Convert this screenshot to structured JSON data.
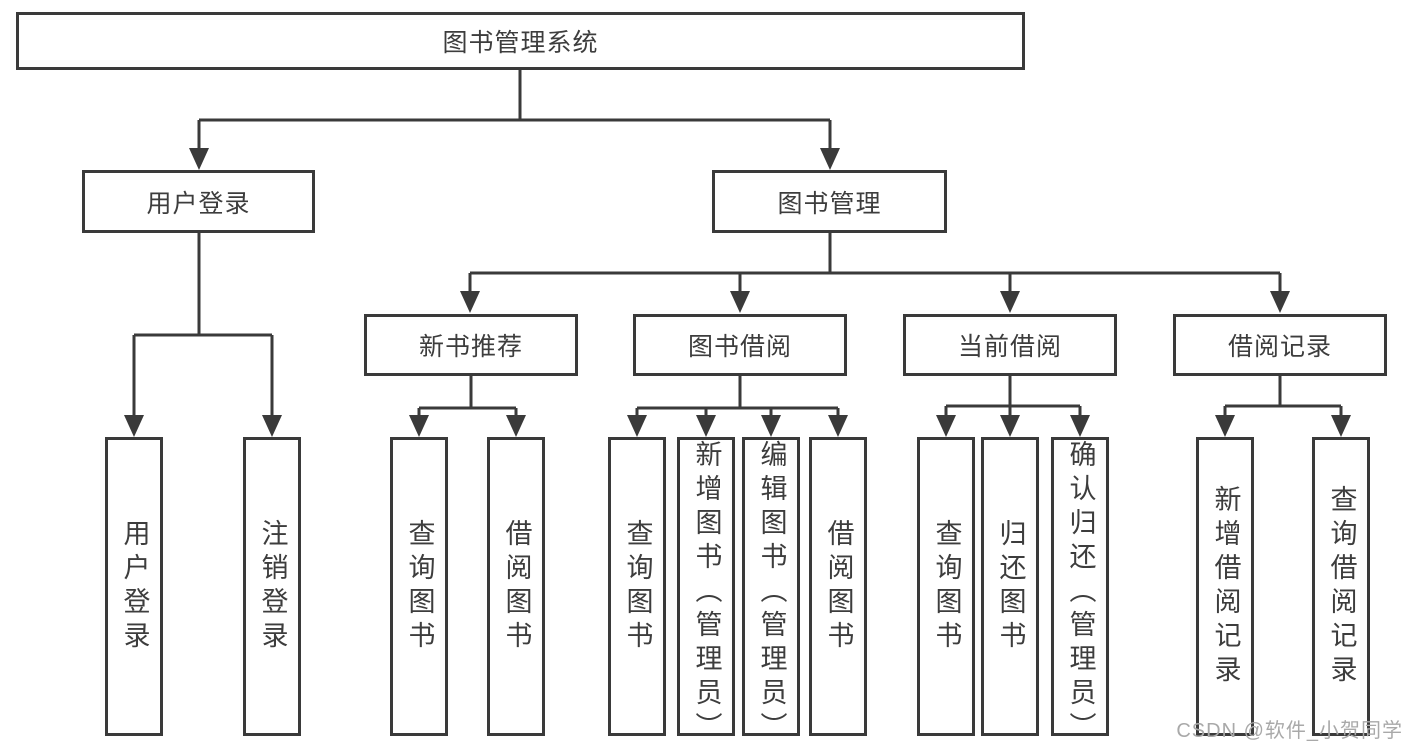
{
  "diagram_type": "hierarchy-tree",
  "tree": {
    "label": "图书管理系统",
    "children": [
      {
        "label": "用户登录",
        "children": [
          {
            "label": "用户登录"
          },
          {
            "label": "注销登录"
          }
        ]
      },
      {
        "label": "图书管理",
        "children": [
          {
            "label": "新书推荐",
            "children": [
              {
                "label": "查询图书"
              },
              {
                "label": "借阅图书"
              }
            ]
          },
          {
            "label": "图书借阅",
            "children": [
              {
                "label": "查询图书"
              },
              {
                "label": "新增图书（管理员）"
              },
              {
                "label": "编辑图书（管理员）"
              },
              {
                "label": "借阅图书"
              }
            ]
          },
          {
            "label": "当前借阅",
            "children": [
              {
                "label": "查询图书"
              },
              {
                "label": "归还图书"
              },
              {
                "label": "确认归还（管理员）"
              }
            ]
          },
          {
            "label": "借阅记录",
            "children": [
              {
                "label": "新增借阅记录"
              },
              {
                "label": "查询借阅记录"
              }
            ]
          }
        ]
      }
    ]
  },
  "watermark": {
    "text": "CSDN @软件_小贺同学"
  },
  "colors": {
    "line": "#3a3a3a",
    "text": "#3d3d3d",
    "watermark": "#a9a9a9",
    "background": "#ffffff"
  }
}
